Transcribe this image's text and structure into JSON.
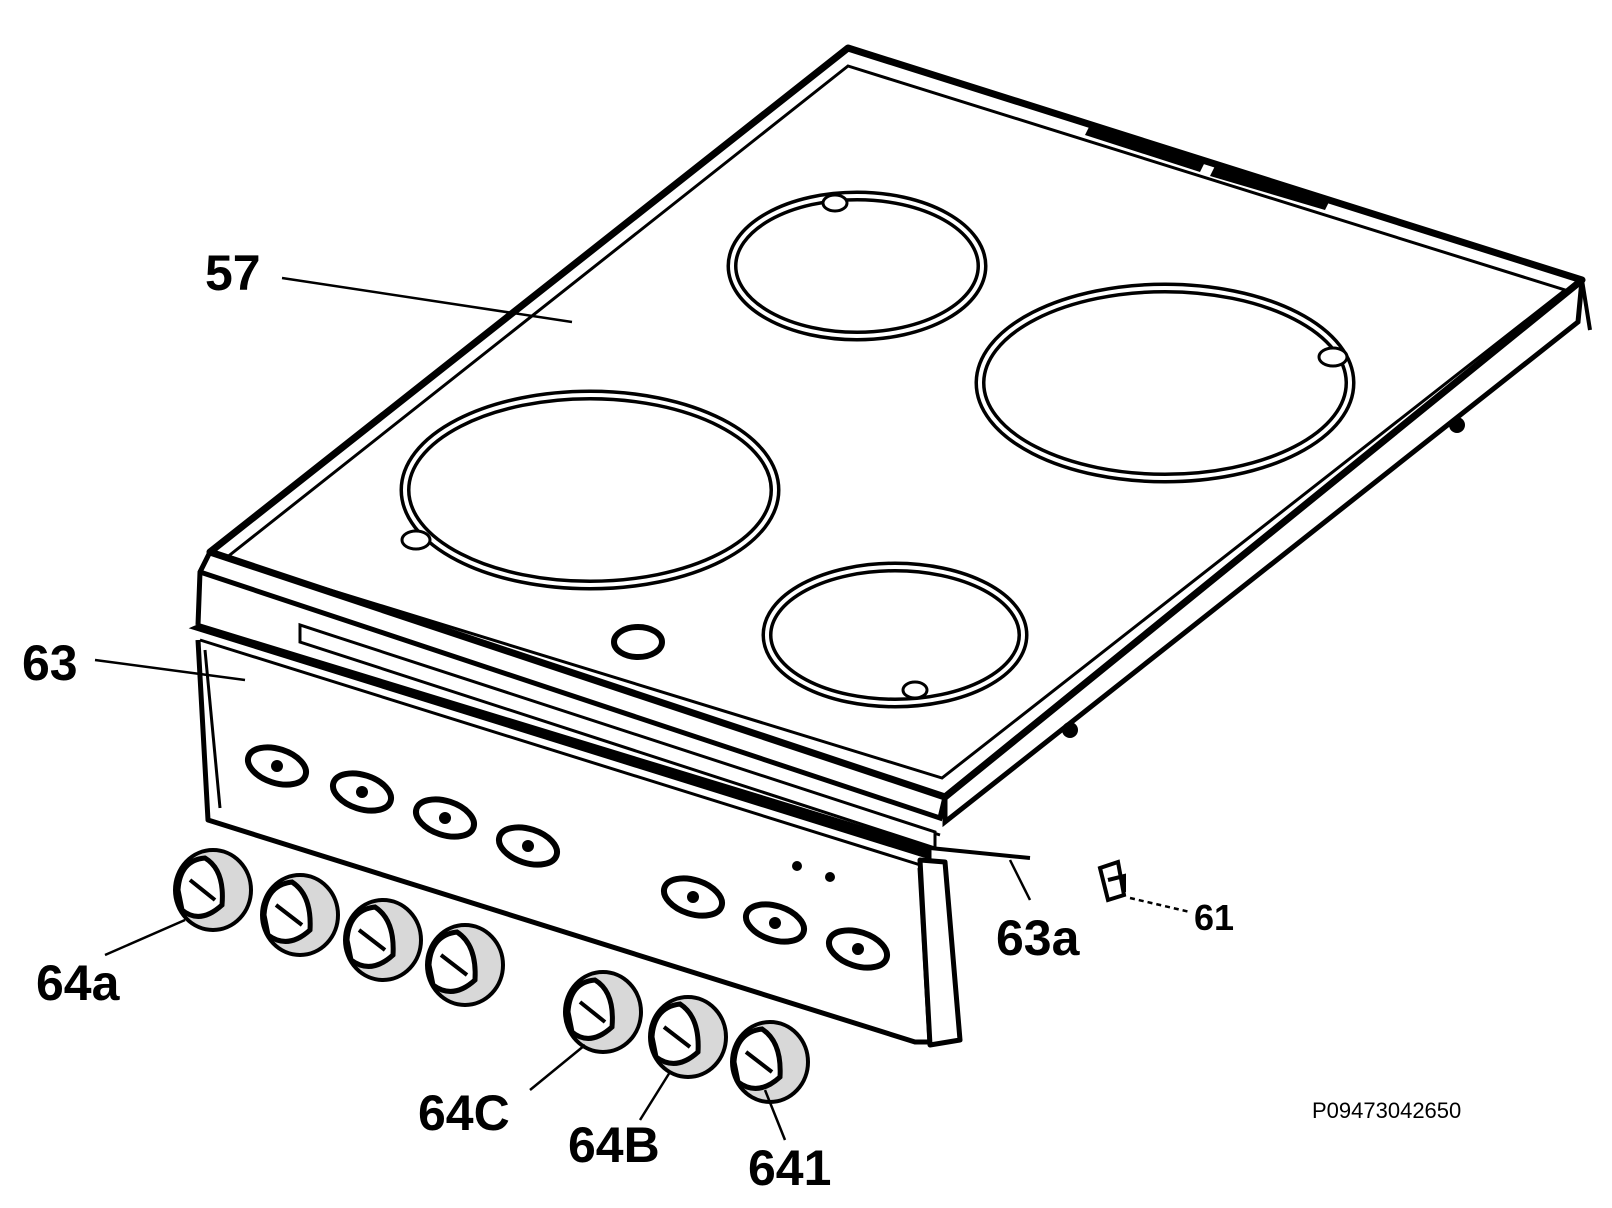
{
  "labels": {
    "cooktop": "57",
    "control_panel": "63",
    "panel_strip": "63a",
    "clip": "61",
    "knobs_group": "64a",
    "knob_c": "64C",
    "knob_b": "64B",
    "knob_1": "641"
  },
  "document_id": "P09473042650",
  "colors": {
    "line": "#000000",
    "background": "#ffffff",
    "knob_shade": "#d8d8d8"
  }
}
